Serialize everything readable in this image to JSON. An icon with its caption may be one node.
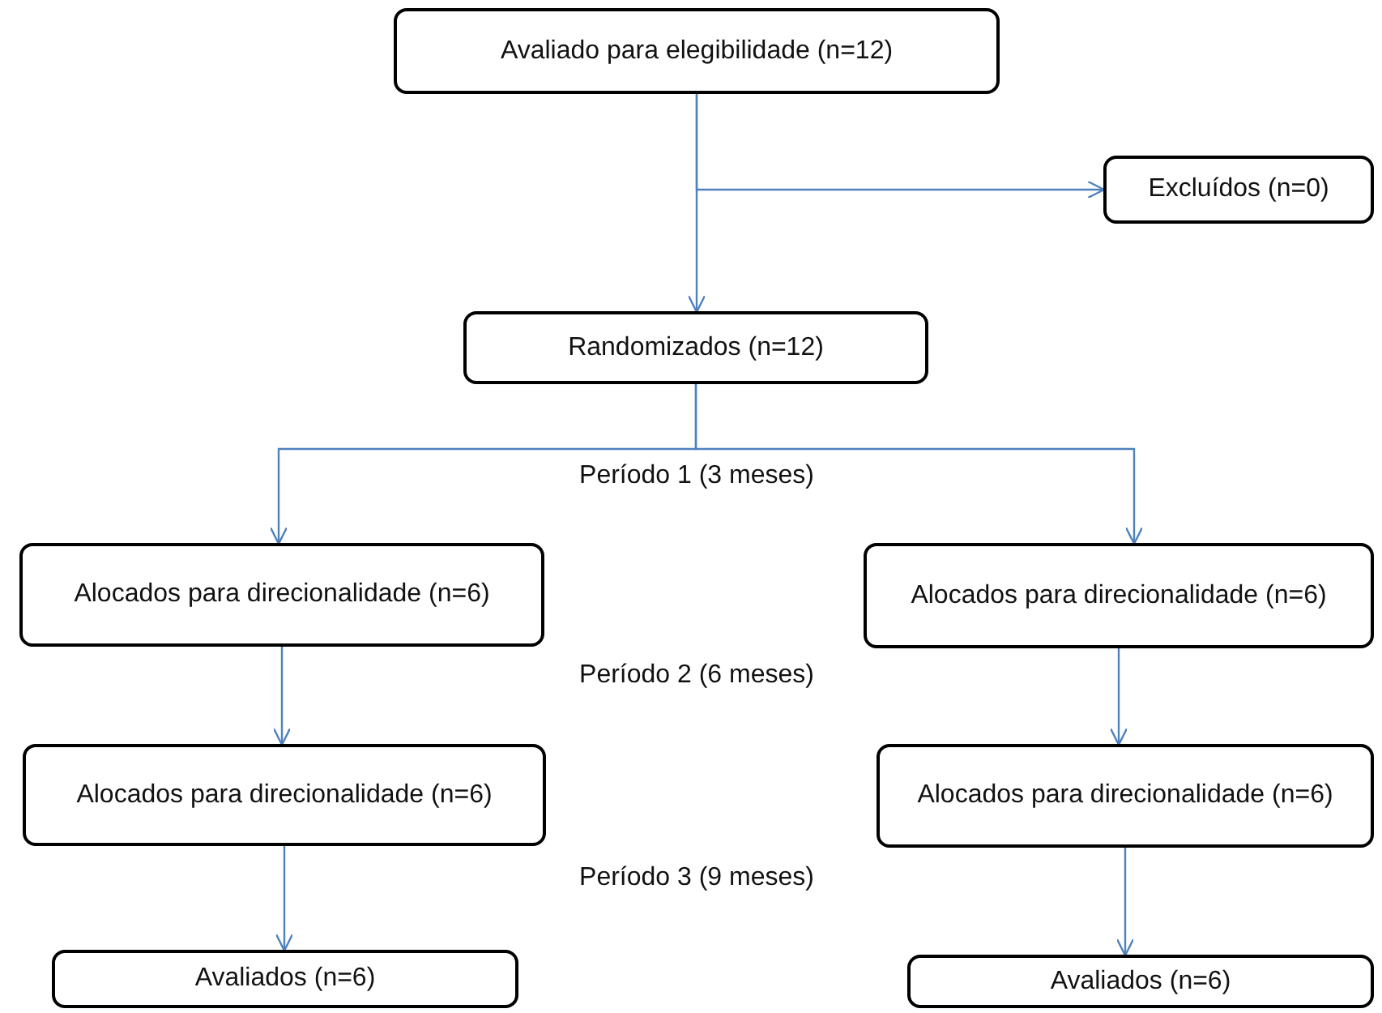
{
  "diagram": {
    "nodes": [
      {
        "text": [
          "Avaliado para elegibilidade (n=12)"
        ]
      },
      {
        "text": [
          "Excluídos (n=0)"
        ]
      },
      {
        "text": [
          "Randomizados (n=12)"
        ]
      },
      {
        "text": [
          "Alocados para direcionalidade (n=6)"
        ]
      },
      {
        "text": [
          "Alocados para direcionalidade (n=6)"
        ]
      },
      {
        "text": [
          "Alocados para direcionalidade (n=6)"
        ]
      },
      {
        "text": [
          "Alocados para direcionalidade (n=6)"
        ]
      },
      {
        "text": [
          "Avaliados (n=6)"
        ]
      },
      {
        "text": [
          "Avaliados (n=6)"
        ]
      }
    ],
    "edges": [
      {
        "from": 0,
        "to": 2,
        "arrow": "to"
      },
      {
        "from": 0,
        "to": 1,
        "arrow": "to"
      },
      {
        "from": 2,
        "to": 3,
        "arrow": "to"
      },
      {
        "from": 2,
        "to": 4,
        "arrow": "to"
      },
      {
        "from": 3,
        "to": 5,
        "arrow": "to"
      },
      {
        "from": 4,
        "to": 6,
        "arrow": "to"
      },
      {
        "from": 5,
        "to": 7,
        "arrow": "to"
      },
      {
        "from": 6,
        "to": 8,
        "arrow": "to"
      }
    ],
    "labels": [
      "Período 1 (3 meses)",
      "Período 2 (6 meses)",
      "Período 3 (9 meses)"
    ]
  }
}
